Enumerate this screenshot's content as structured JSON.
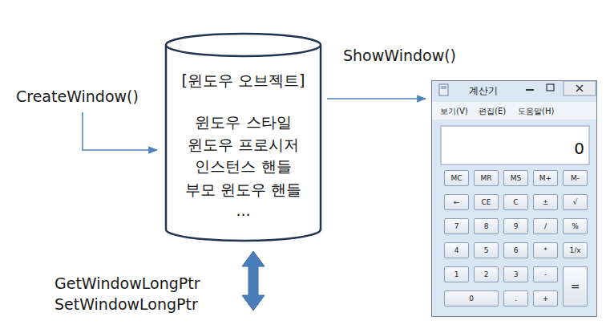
{
  "diagram": {
    "nodes": [
      {
        "text": [
          "[윈도우 오브젝트]",
          "윈도우 스타일",
          "윈도우 프로시저",
          "인스턴스 핸들",
          "부모 윈도우 핸들",
          "..."
        ]
      },
      {
        "text": [
          "계산기"
        ]
      }
    ],
    "edges": [
      {
        "from": 0,
        "to": 1,
        "arrow": "to",
        "label": "ShowWindow()"
      }
    ],
    "labels": [
      "CreateWindow()",
      "GetWindowLongPtr",
      "SetWindowLongPtr",
      "보기(V)",
      "편집(E)",
      "도움말(H)",
      "0",
      "MC",
      "MR",
      "MS",
      "M+",
      "M-",
      "←",
      "CE",
      "C",
      "±",
      "√",
      "7",
      "8",
      "9",
      "/",
      "%",
      "4",
      "5",
      "6",
      "*",
      "1/x",
      "1",
      "2",
      "3",
      "-",
      "=",
      "0",
      ".",
      "+"
    ]
  }
}
